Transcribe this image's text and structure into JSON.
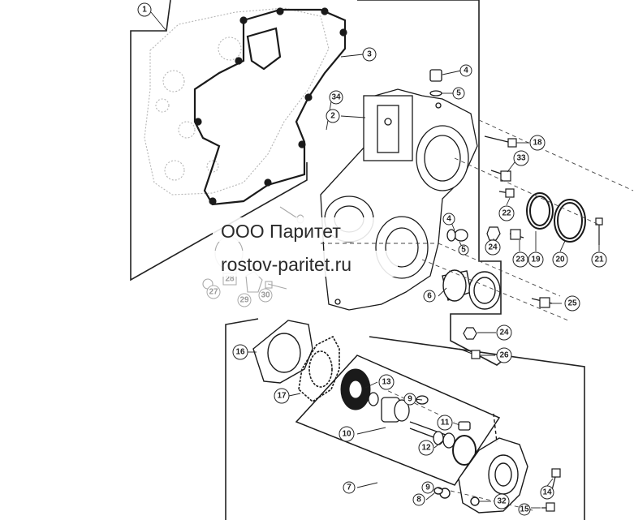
{
  "watermark": {
    "company": "ООО Паритет",
    "website": "rostov-paritet.ru"
  },
  "callouts": [
    "1",
    "2",
    "3",
    "34",
    "4",
    "5",
    "18",
    "33",
    "22",
    "24",
    "19",
    "20",
    "21",
    "23",
    "4",
    "5",
    "25",
    "6",
    "24",
    "26",
    "27",
    "28",
    "29",
    "30",
    "16",
    "13",
    "9",
    "17",
    "10",
    "11",
    "12",
    "7",
    "8",
    "9",
    "32",
    "14",
    "15"
  ],
  "colors": {
    "ink": "#222222",
    "faint": "#9a9a9a",
    "paper": "#ffffff"
  }
}
